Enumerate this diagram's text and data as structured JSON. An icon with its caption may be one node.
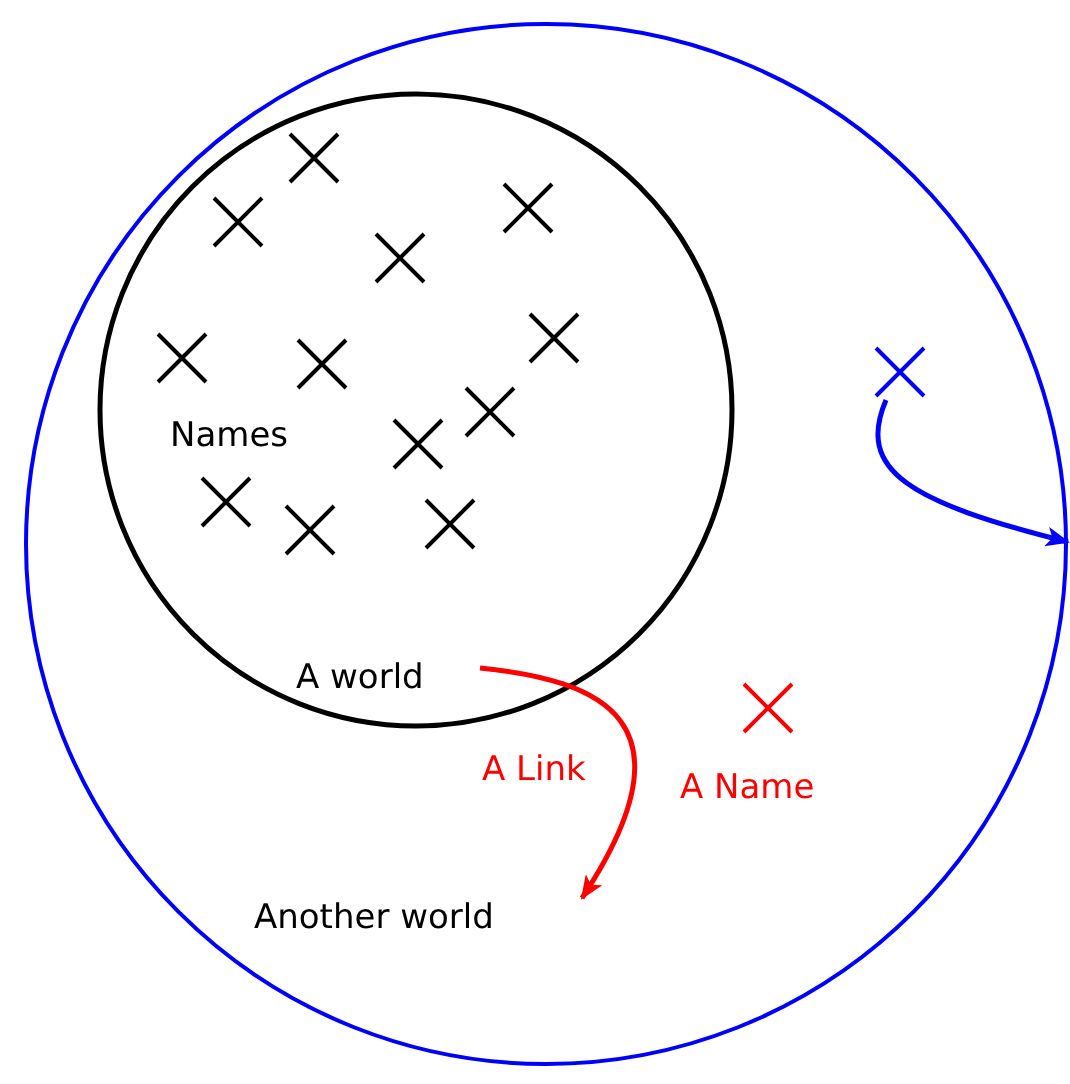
{
  "diagram": {
    "nodes": [
      {
        "text": [],
        "shape": "circle"
      },
      {
        "text": [
          "Names",
          "A world"
        ],
        "in": 0
      },
      {
        "text": [
          "Another world"
        ],
        "in": 0
      },
      {
        "text": [],
        "shape": "cross",
        "beside": [
          "A Name"
        ],
        "in": 0
      },
      {
        "text": [],
        "shape": "cross",
        "in": 0
      }
    ],
    "edges": [
      {
        "from": 1,
        "to": 2,
        "arrow": "to",
        "label": "A Link",
        "color": "#ff0000"
      },
      {
        "from": 4,
        "to": null,
        "arrow": "to",
        "color": "#0000ff"
      }
    ]
  }
}
